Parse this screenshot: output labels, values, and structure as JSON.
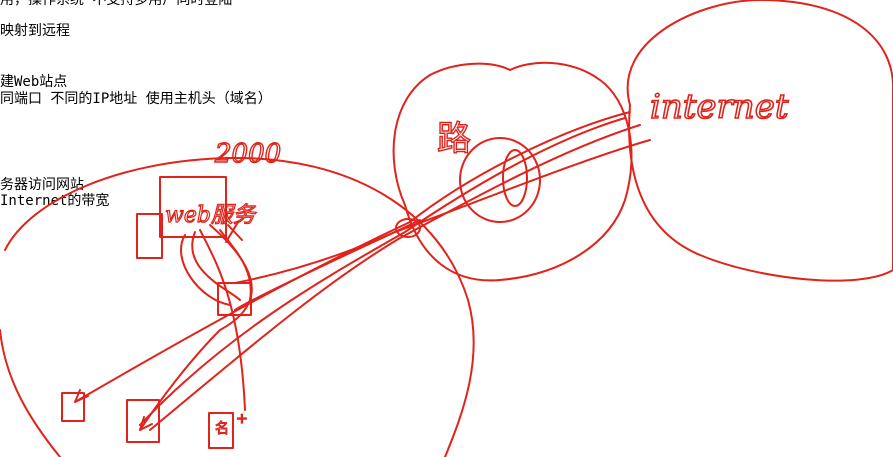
{
  "notes": {
    "line1": "用，操作系统 不支持多用户同时登陆",
    "line2": "映射到远程",
    "line3": "建Web站点",
    "line4": "同端口 不同的IP地址 使用主机头（域名）",
    "line5": "务器访问网站",
    "line6": "Internet的带宽"
  },
  "sketch": {
    "label_internet": "internet",
    "label_port": "2000",
    "label_web": "web服务",
    "label_small": "名",
    "label_plus": "+",
    "label_router": "路",
    "ink_color": "#e0231b"
  }
}
